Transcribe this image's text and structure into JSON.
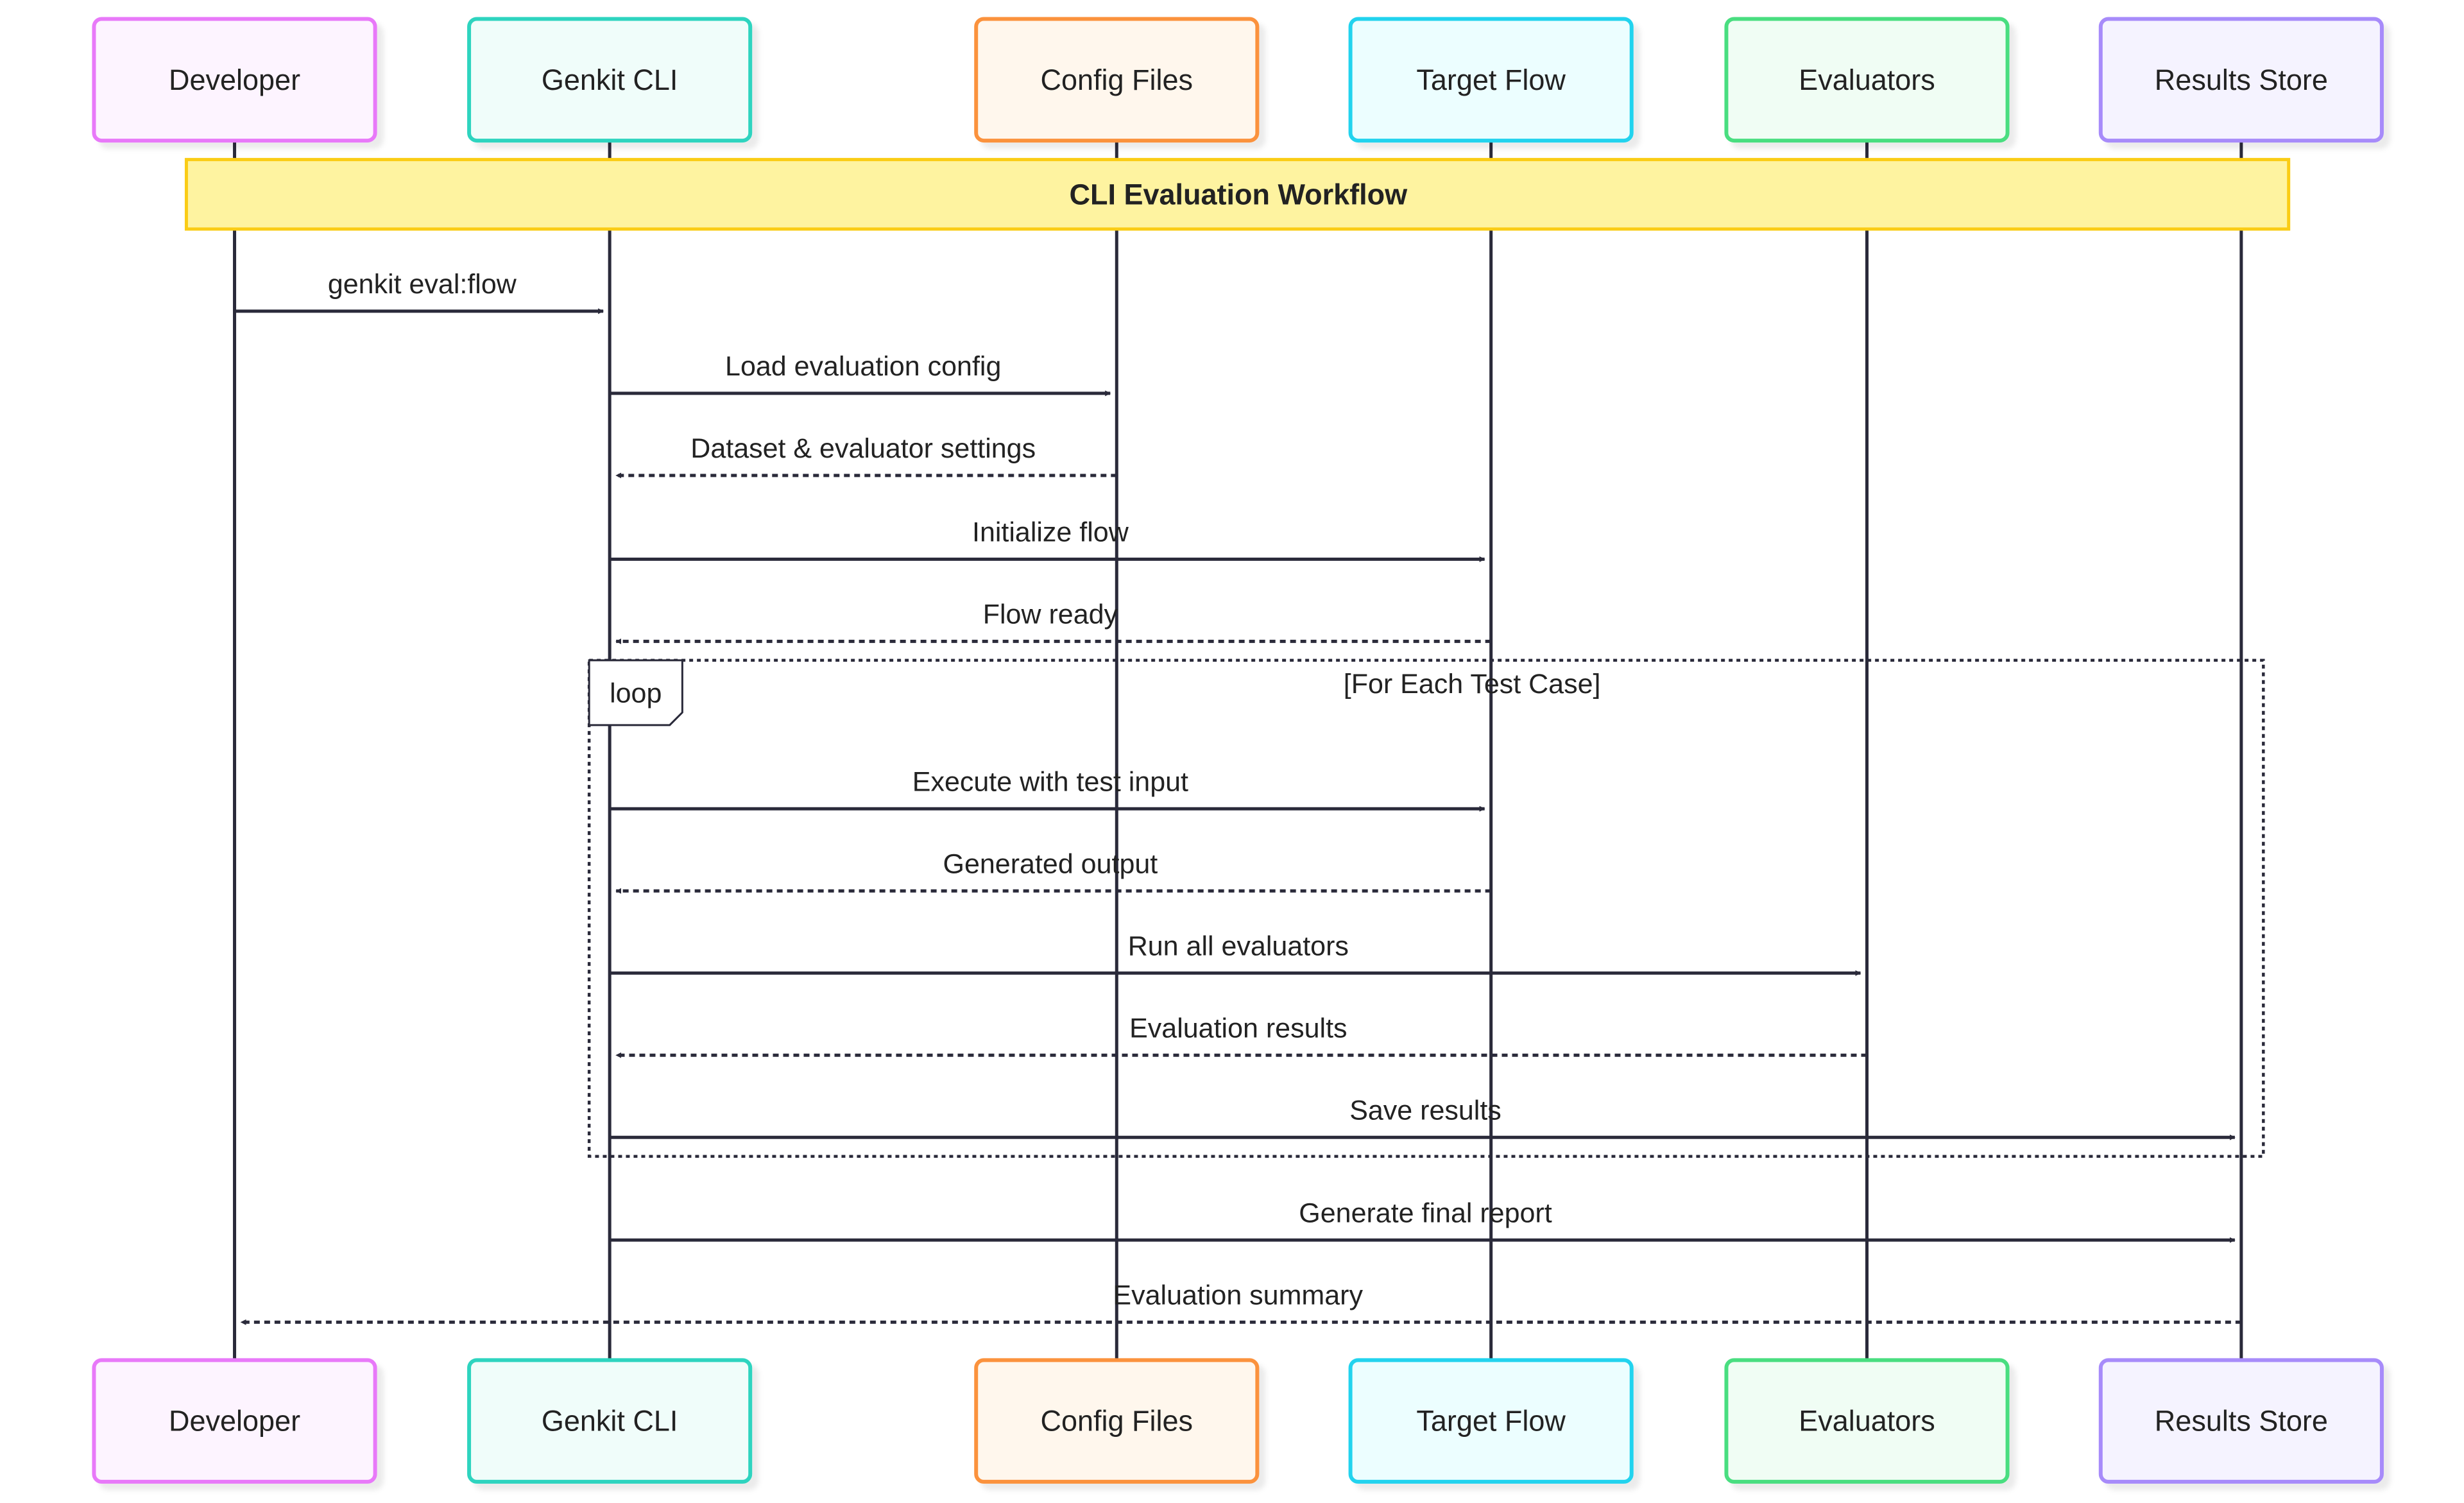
{
  "participants": [
    {
      "id": "dev",
      "label": "Developer",
      "stroke": "#E879F9",
      "fill": "#FDF4FF"
    },
    {
      "id": "cli",
      "label": "Genkit CLI",
      "stroke": "#2DD4BF",
      "fill": "#F0FDFA"
    },
    {
      "id": "cfg",
      "label": "Config Files",
      "stroke": "#FB923C",
      "fill": "#FFF7ED"
    },
    {
      "id": "flow",
      "label": "Target Flow",
      "stroke": "#22D3EE",
      "fill": "#ECFEFF"
    },
    {
      "id": "eval",
      "label": "Evaluators",
      "stroke": "#4ADE80",
      "fill": "#F0FDF4"
    },
    {
      "id": "store",
      "label": "Results Store",
      "stroke": "#A78BFA",
      "fill": "#F5F3FF"
    }
  ],
  "note": {
    "text": "CLI Evaluation Workflow",
    "fill": "#FEF3A0",
    "stroke": "#FACC15"
  },
  "loop": {
    "keyword": "loop",
    "condition": "[For Each Test Case]"
  },
  "messages": [
    {
      "from": "dev",
      "to": "cli",
      "label": "genkit eval:flow",
      "dashed": false
    },
    {
      "from": "cli",
      "to": "cfg",
      "label": "Load evaluation config",
      "dashed": false
    },
    {
      "from": "cfg",
      "to": "cli",
      "label": "Dataset & evaluator settings",
      "dashed": true
    },
    {
      "from": "cli",
      "to": "flow",
      "label": "Initialize flow",
      "dashed": false
    },
    {
      "from": "flow",
      "to": "cli",
      "label": "Flow ready",
      "dashed": true
    },
    {
      "from": "cli",
      "to": "flow",
      "label": "Execute with test input",
      "dashed": false
    },
    {
      "from": "flow",
      "to": "cli",
      "label": "Generated output",
      "dashed": true
    },
    {
      "from": "cli",
      "to": "eval",
      "label": "Run all evaluators",
      "dashed": false
    },
    {
      "from": "eval",
      "to": "cli",
      "label": "Evaluation results",
      "dashed": true
    },
    {
      "from": "cli",
      "to": "store",
      "label": "Save results",
      "dashed": false
    },
    {
      "from": "cli",
      "to": "store",
      "label": "Generate final report",
      "dashed": false
    },
    {
      "from": "store",
      "to": "dev",
      "label": "Evaluation summary",
      "dashed": true
    }
  ]
}
